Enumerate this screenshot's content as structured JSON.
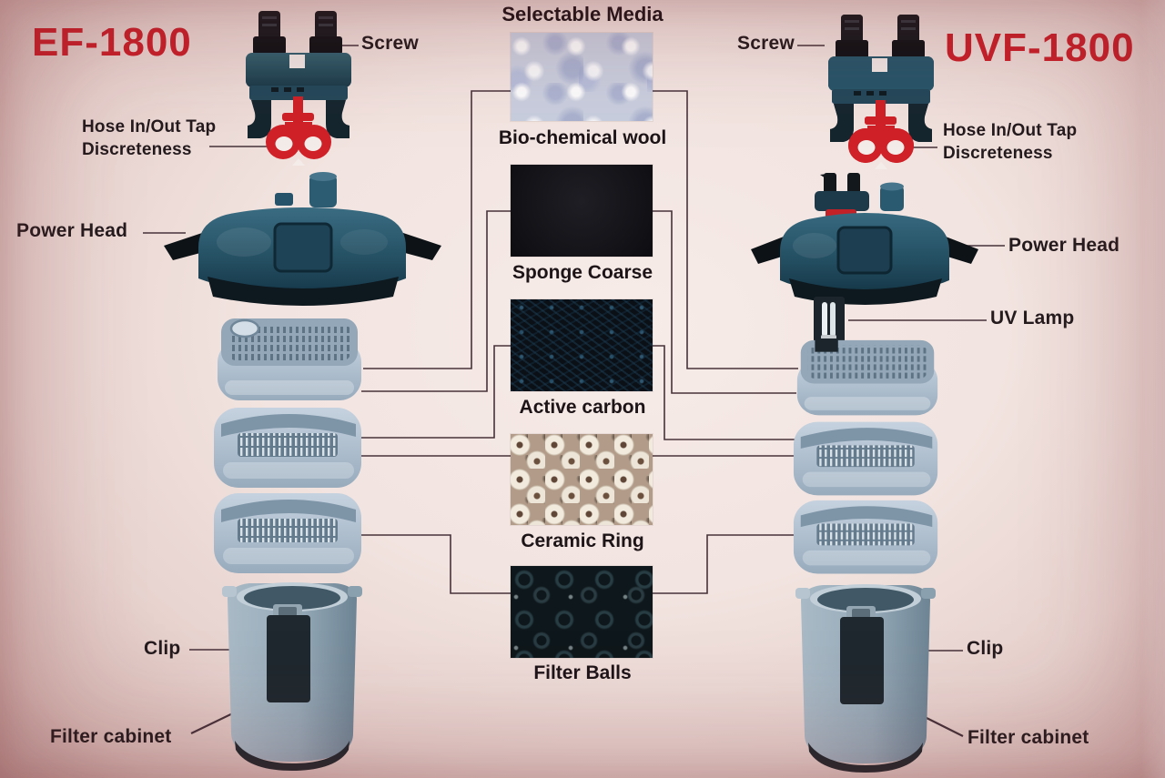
{
  "left_product": {
    "title": "EF-1800",
    "labels": {
      "screw": "Screw",
      "hose_line1": "Hose In/Out Tap",
      "hose_line2": "Discreteness",
      "power_head": "Power Head",
      "clip": "Clip",
      "filter_cabinet": "Filter cabinet"
    }
  },
  "right_product": {
    "title": "UVF-1800",
    "labels": {
      "screw": "Screw",
      "hose_line1": "Hose In/Out Tap",
      "hose_line2": "Discreteness",
      "power_head": "Power Head",
      "uv_lamp": "UV Lamp",
      "clip": "Clip",
      "filter_cabinet": "Filter cabinet"
    }
  },
  "media_column": {
    "title": "Selectable Media",
    "items": [
      {
        "label": "Bio-chemical wool",
        "texture": "wool"
      },
      {
        "label": "Sponge Coarse",
        "texture": "sponge"
      },
      {
        "label": "Active carbon",
        "texture": "carbon"
      },
      {
        "label": "Ceramic Ring",
        "texture": "ceramic"
      },
      {
        "label": "Filter Balls",
        "texture": "balls"
      }
    ]
  },
  "colors": {
    "product_title_red": "#c8202a",
    "label_text": "#241b1e",
    "connector_line": "#46323a",
    "red_clip": "#cf2127",
    "background": "#f2e4e0"
  }
}
